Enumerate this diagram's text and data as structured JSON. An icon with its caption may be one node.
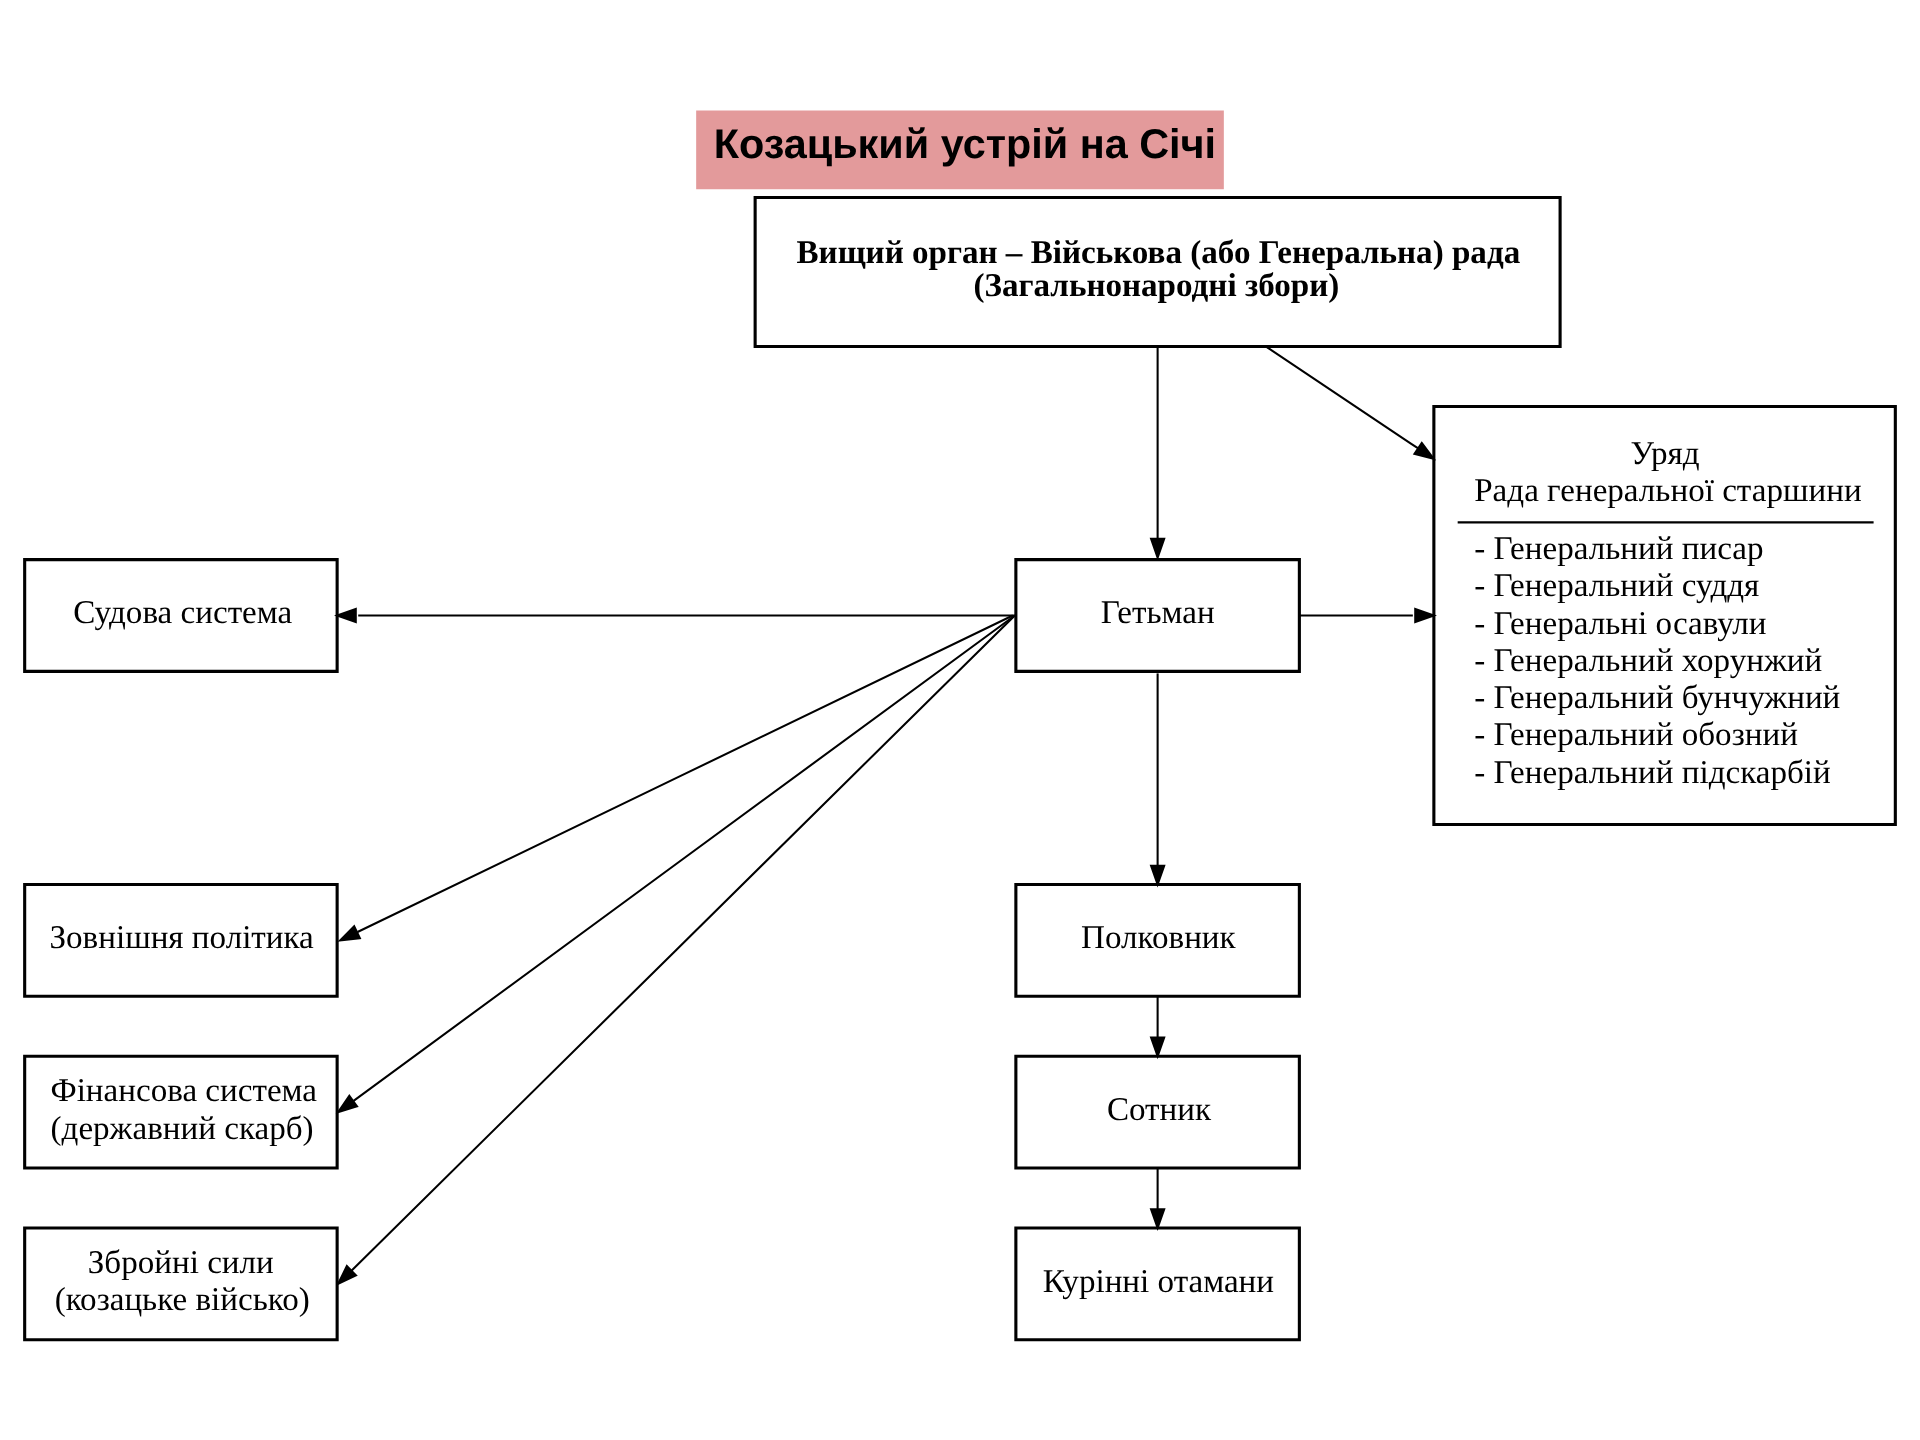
{
  "diagram": {
    "title": "Козацький устрій на Січі",
    "nodes": [
      {
        "text": [
          "Вищий орган – Військова (або Генеральна) рада",
          "(Загальнонародні збори)"
        ]
      },
      {
        "text": [
          "Гетьман"
        ]
      },
      {
        "text": [
          "Уряд",
          "Рада генеральної старшини",
          "- Генеральний писар",
          "- Генеральний суддя",
          "- Генеральні осавули",
          "- Генеральний хорунжий",
          "- Генеральний бунчужний",
          "- Генеральний обозний",
          "- Генеральний підскарбій"
        ]
      },
      {
        "text": [
          "Судова система"
        ]
      },
      {
        "text": [
          "Зовнішня політика"
        ]
      },
      {
        "text": [
          "Фінансова система (державний скарб)"
        ]
      },
      {
        "text": [
          "Збройні сили (козацьке військо)"
        ]
      },
      {
        "text": [
          "Полковник"
        ]
      },
      {
        "text": [
          "Сотник"
        ]
      },
      {
        "text": [
          "Курінні отамани"
        ]
      }
    ],
    "edges": [
      {
        "from": 0,
        "to": 1,
        "arrow": "to"
      },
      {
        "from": 0,
        "to": 2,
        "arrow": "to"
      },
      {
        "from": 1,
        "to": 2,
        "arrow": "to"
      },
      {
        "from": 1,
        "to": 3,
        "arrow": "to"
      },
      {
        "from": 1,
        "to": 4,
        "arrow": "to"
      },
      {
        "from": 1,
        "to": 5,
        "arrow": "to"
      },
      {
        "from": 1,
        "to": 6,
        "arrow": "to"
      },
      {
        "from": 1,
        "to": 7,
        "arrow": "to"
      },
      {
        "from": 7,
        "to": 8,
        "arrow": "to"
      },
      {
        "from": 8,
        "to": 9,
        "arrow": "to"
      }
    ]
  }
}
